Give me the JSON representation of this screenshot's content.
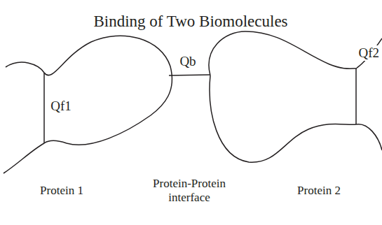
{
  "diagram": {
    "title": "Binding of Two Biomolecules",
    "labels": [
      "Qf1",
      "Qb",
      "Qf2",
      "Protein 1",
      "Protein-Protein interface",
      "Protein 2"
    ]
  }
}
